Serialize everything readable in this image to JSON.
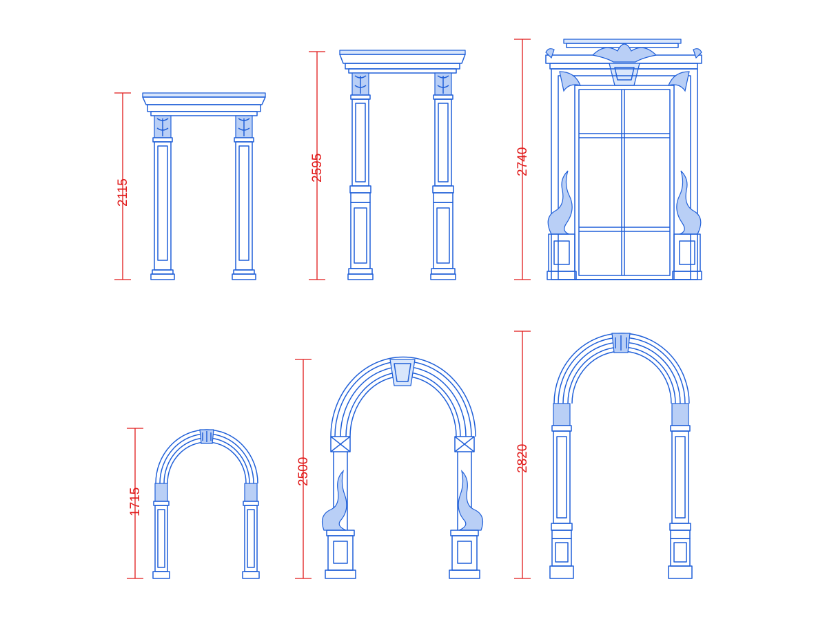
{
  "drawing": {
    "line_color": "#1f5fd8",
    "dimension_color": "#e01818",
    "background": "#ffffff"
  },
  "items": [
    {
      "id": "door-1",
      "type": "rectangular-portal",
      "height_label": "2115"
    },
    {
      "id": "door-2",
      "type": "rectangular-portal-plinth",
      "height_label": "2595"
    },
    {
      "id": "door-3",
      "type": "ornate-double-door",
      "height_label": "2740"
    },
    {
      "id": "arch-1",
      "type": "round-arch",
      "height_label": "1715"
    },
    {
      "id": "arch-2",
      "type": "round-arch-keystone",
      "height_label": "2500"
    },
    {
      "id": "arch-3",
      "type": "round-arch-tall",
      "height_label": "2820"
    }
  ]
}
